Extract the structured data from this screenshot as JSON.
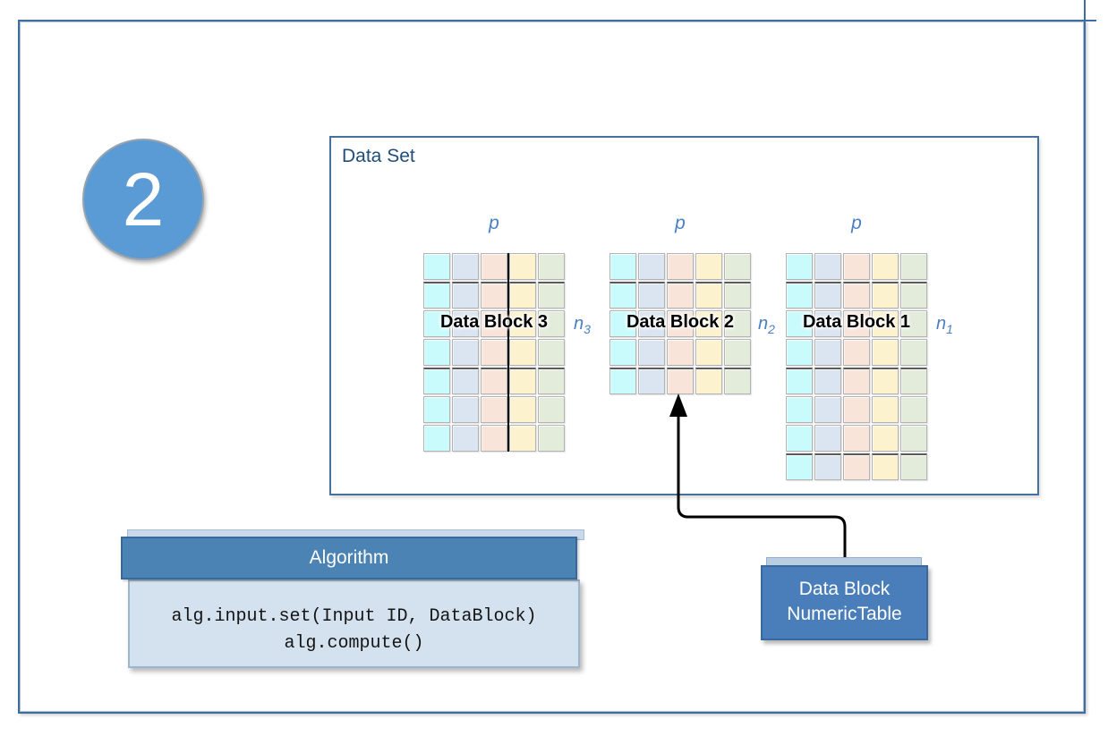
{
  "badge": {
    "number": "2"
  },
  "dataset": {
    "title": "Data Set",
    "columns": 5,
    "column_label": "p",
    "column_colors": [
      "#c9fbfc",
      "#dbe4f1",
      "#f8e4d9",
      "#fcf2ce",
      "#e3ecdb"
    ],
    "blocks": [
      {
        "name": "Data Block 3",
        "rows": 7,
        "row_label_base": "n",
        "row_label_sub": "3"
      },
      {
        "name": "Data Block 2",
        "rows": 5,
        "row_label_base": "n",
        "row_label_sub": "2"
      },
      {
        "name": "Data Block 1",
        "rows": 8,
        "row_label_base": "n",
        "row_label_sub": "1"
      }
    ]
  },
  "algorithm": {
    "title": "Algorithm",
    "code_lines": [
      "alg.input.set(Input ID, DataBlock)",
      "alg.compute()"
    ]
  },
  "numeric_table": {
    "line1": "Data Block",
    "line2": "NumericTable"
  },
  "colors": {
    "frame_border": "#3f6e9e",
    "badge_fill": "#5b9bd5",
    "title_text": "#1f4e79",
    "dimension_label": "#4a7fc4",
    "algorithm_header_fill": "#4c83b5",
    "algorithm_body_fill": "#d4e1ef",
    "numeric_table_fill": "#4a7ebb",
    "arrow": "#000000"
  }
}
